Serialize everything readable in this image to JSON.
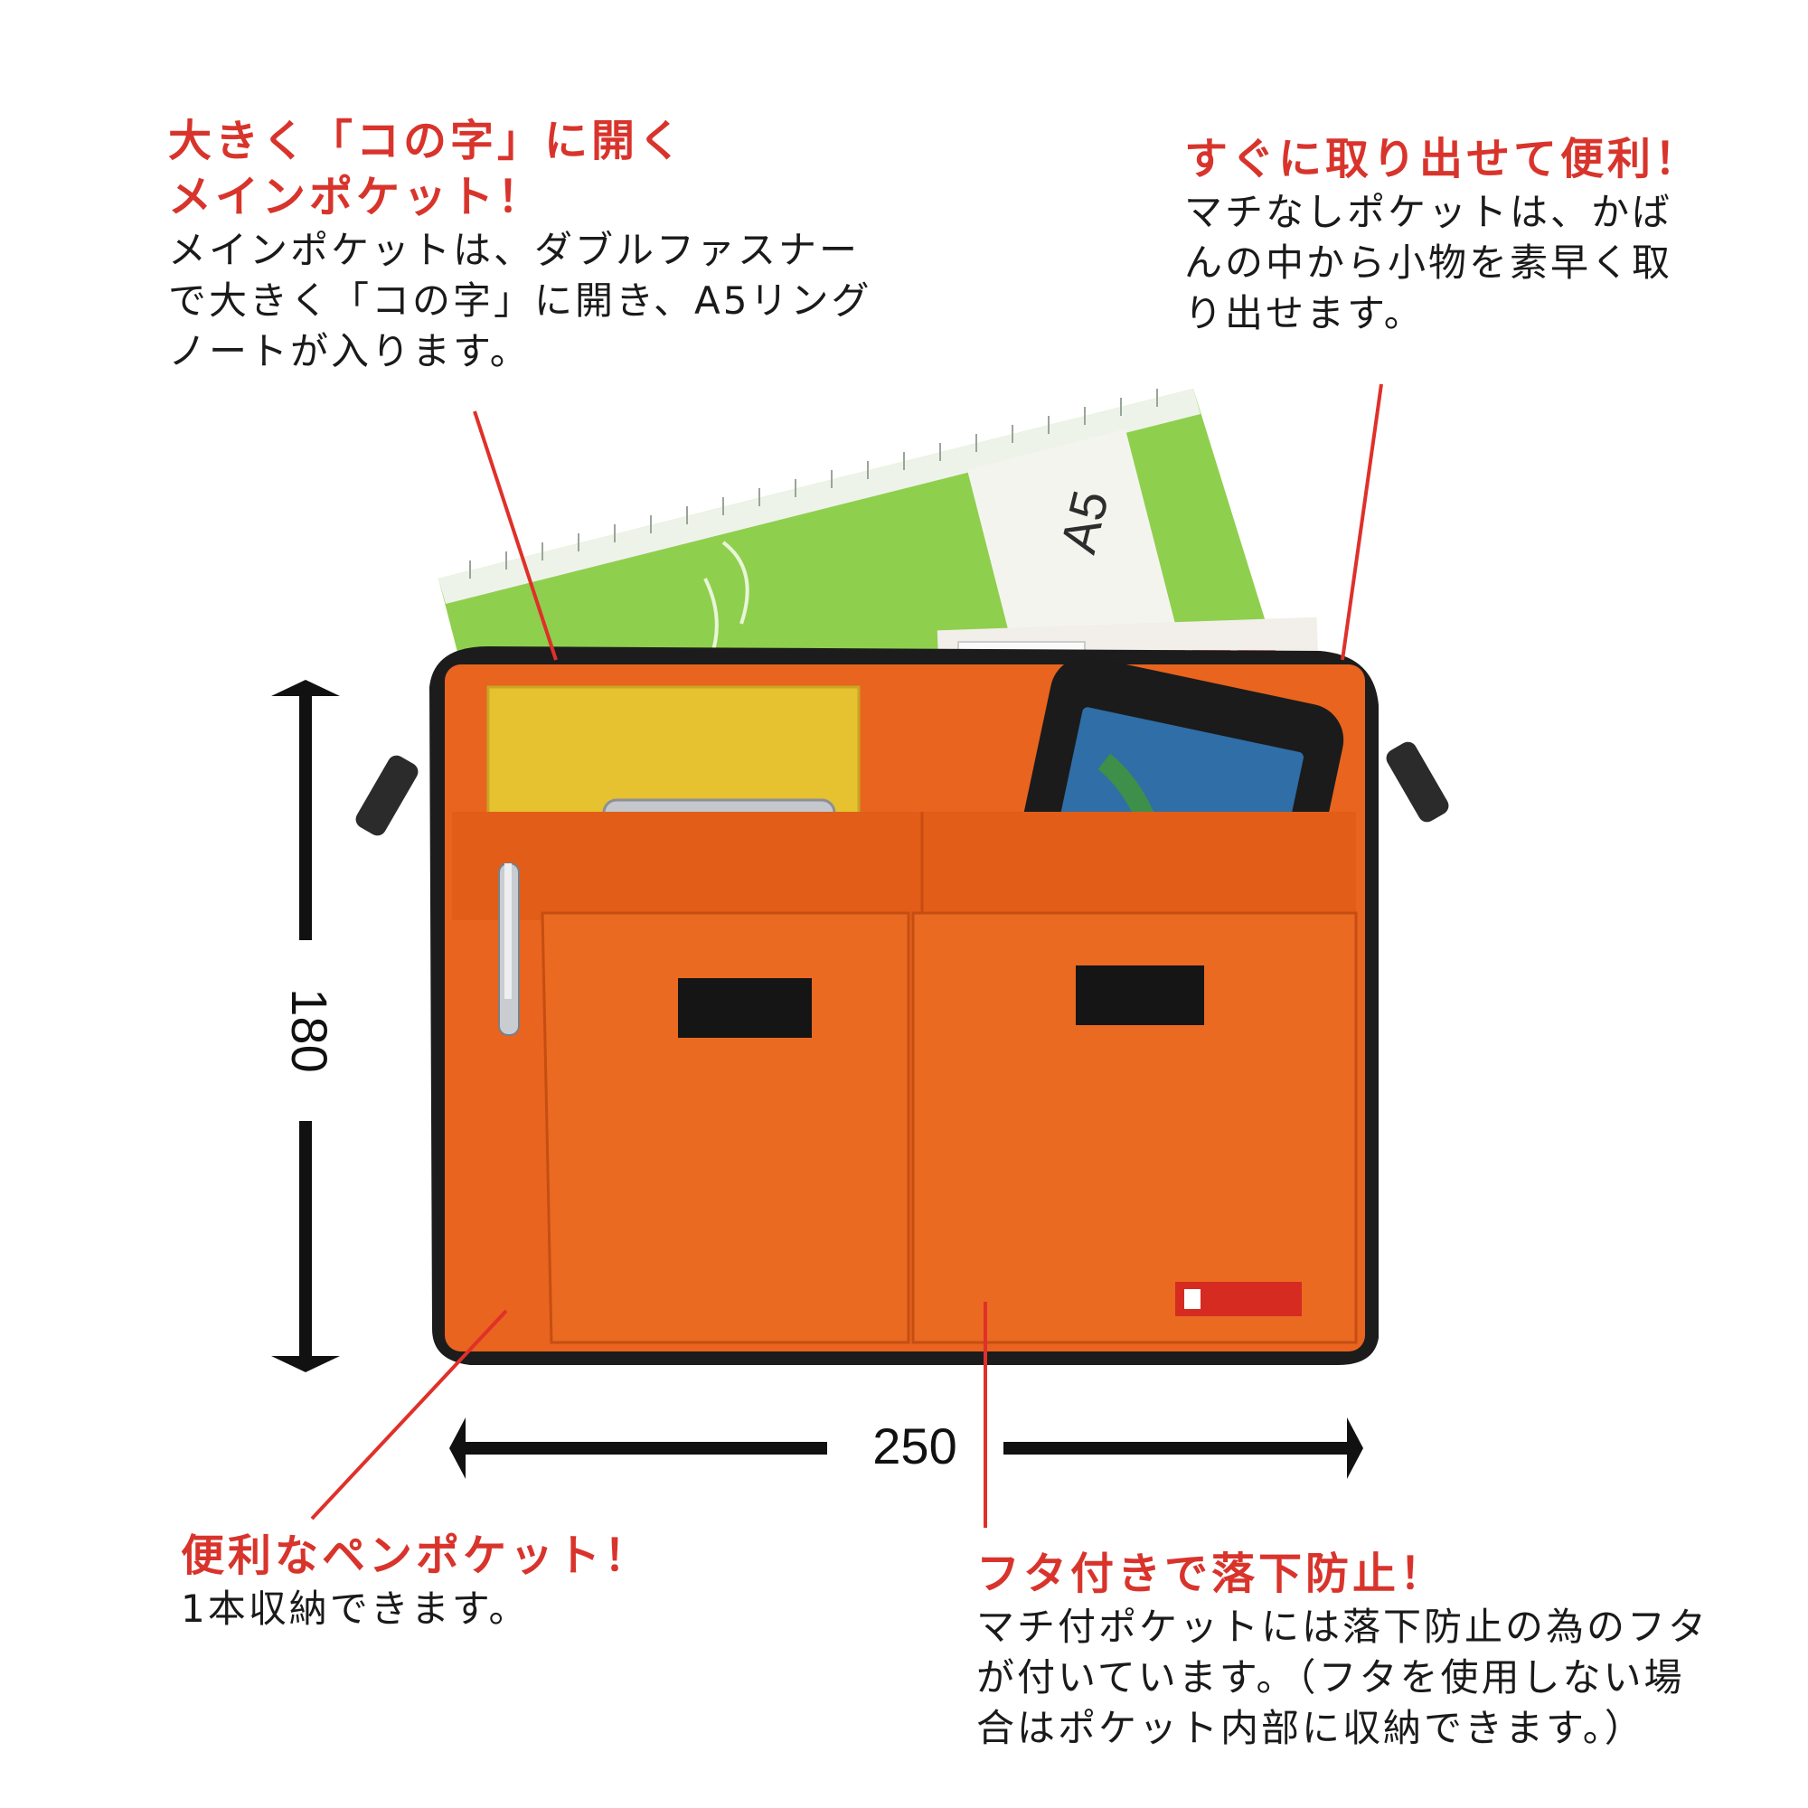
{
  "callouts": {
    "main_pocket": {
      "headline": "大きく「コの字」に開く\nメインポケット！",
      "body": "メインポケットは、ダブルファスナー\nで大きく「コの字」に開き、A5リング\nノートが入ります。"
    },
    "quick_access": {
      "headline": "すぐに取り出せて便利！",
      "body": "マチなしポケットは、かば\nんの中から小物を素早く取\nり出せます。"
    },
    "pen_pocket": {
      "headline": "便利なペンポケット！",
      "body": "1本収納できます。"
    },
    "flap": {
      "headline": "フタ付きで落下防止！",
      "body": "マチ付ポケットには落下防止の為のフタ\nが付いています。（フタを使用しない場\n合はポケット内部に収納できます。）"
    }
  },
  "dimensions": {
    "height": "180",
    "width": "250"
  },
  "notebook_label": "A5",
  "colors": {
    "headline": "#d8342c",
    "bag_orange": "#e8641f",
    "notebook_green": "#8fcf4e",
    "leader_line": "#e0302a"
  }
}
